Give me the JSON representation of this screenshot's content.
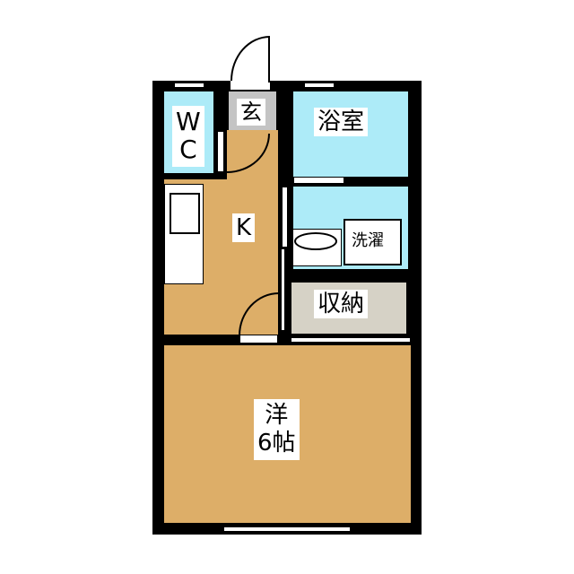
{
  "rooms": {
    "wc": {
      "label": "W\nC"
    },
    "entrance": {
      "label": "玄"
    },
    "bath": {
      "label": "浴室"
    },
    "kitchen": {
      "label": "K"
    },
    "laundry": {
      "label": "洗濯"
    },
    "storage": {
      "label": "収納"
    },
    "western": {
      "label": "洋\n6帖"
    }
  },
  "colors": {
    "floor": "#DDAE68",
    "wet": "#ADEBF8",
    "entrance": "#C4C4C4",
    "storage": "#D6D2C6",
    "wall": "#000000"
  }
}
